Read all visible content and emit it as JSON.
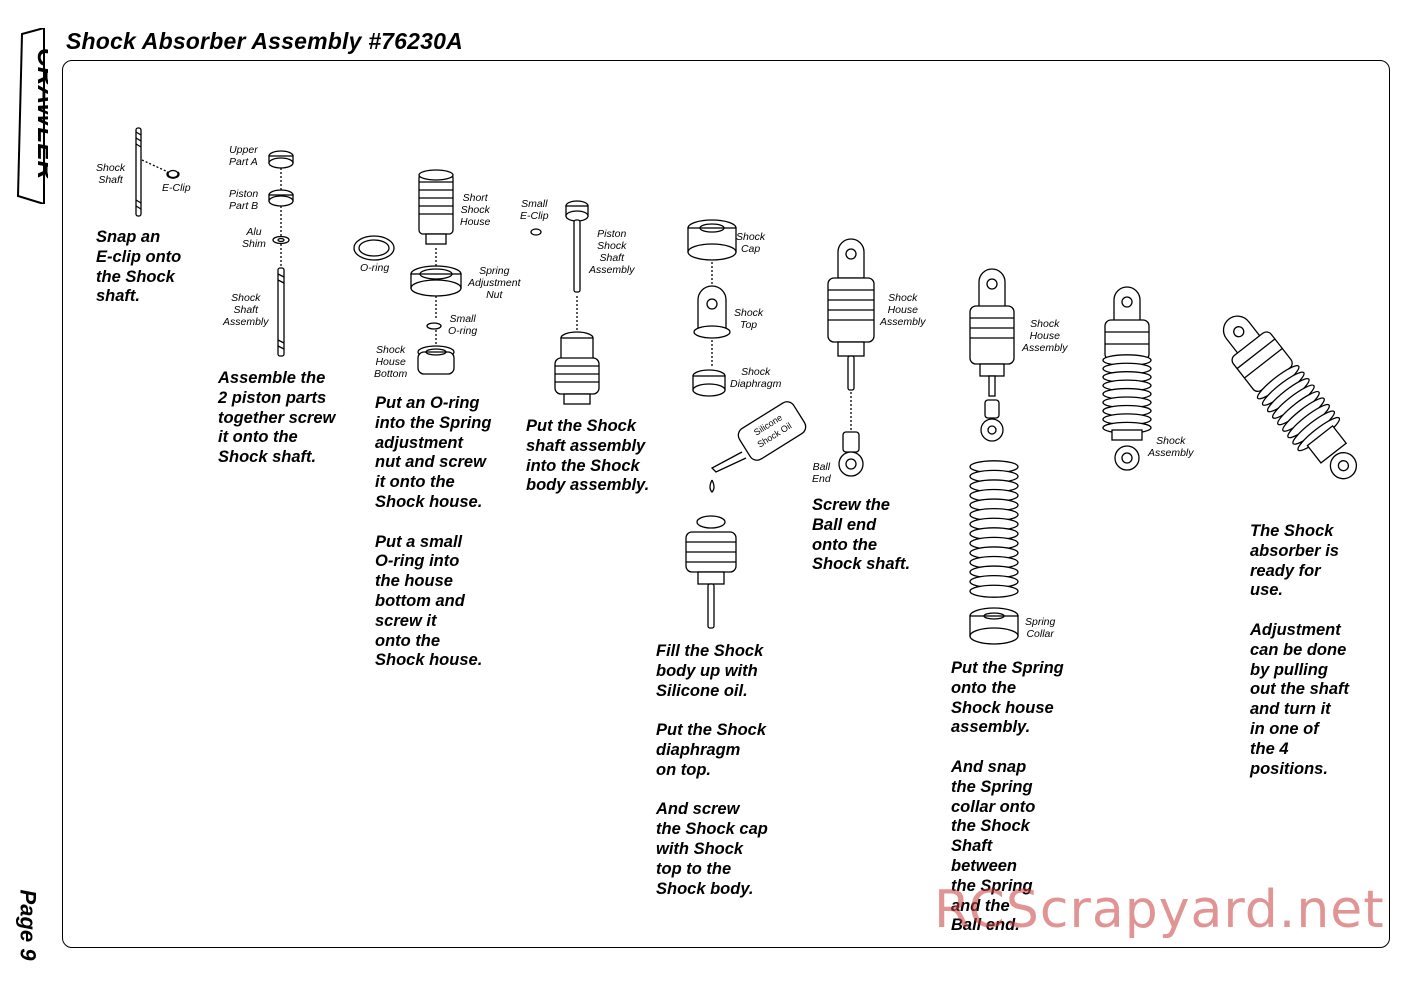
{
  "title": "Shock Absorber Assembly #76230A",
  "logo_text": "CRAWLER",
  "page_label": "Page 9",
  "watermark": "RCScrapyard.net",
  "part_labels": {
    "shock_shaft": "Shock\nShaft",
    "e_clip": "E-Clip",
    "upper_part_a": "Upper\nPart A",
    "piston_part_b": "Piston\nPart B",
    "alu_shim": "Alu\nShim",
    "shock_shaft_assembly": "Shock\nShaft\nAssembly",
    "o_ring": "O-ring",
    "short_shock_house": "Short\nShock\nHouse",
    "spring_adjustment_nut": "Spring\nAdjustment\nNut",
    "small_o_ring": "Small\nO-ring",
    "shock_house_bottom": "Shock\nHouse\nBottom",
    "small_e_clip": "Small\nE-Clip",
    "piston_shock_shaft_assembly": "Piston\nShock\nShaft\nAssembly",
    "shock_cap": "Shock\nCap",
    "shock_top": "Shock\nTop",
    "shock_diaphragm": "Shock\nDiaphragm",
    "silicone_shock_oil": "Silicone\nShock Oil",
    "shock_house_assembly_1": "Shock\nHouse\nAssembly",
    "ball_end": "Ball\nEnd",
    "shock_house_assembly_2": "Shock\nHouse\nAssembly",
    "spring_collar": "Spring\nCollar",
    "shock_assembly": "Shock\nAssembly"
  },
  "steps": {
    "s1": "Snap an\nE-clip onto\nthe Shock\nshaft.",
    "s2": "Assemble the\n2 piston parts\ntogether screw\nit onto the\nShock shaft.",
    "s3": "Put an O-ring\ninto the Spring\nadjustment\nnut and screw\nit onto the\nShock house.\n\nPut a small\nO-ring into\nthe house\nbottom and\nscrew it\nonto the\nShock house.",
    "s4": "Put the Shock\nshaft assembly\ninto the Shock\nbody assembly.",
    "s5": "Fill the Shock\nbody up with\nSilicone oil.\n\nPut the Shock\ndiaphragm\non top.\n\nAnd screw\nthe Shock cap\nwith Shock\ntop to the\nShock body.",
    "s6": "Screw the\nBall end\nonto the\nShock shaft.",
    "s7": "Put the Spring\nonto the\nShock house\nassembly.\n\nAnd snap\nthe Spring\ncollar onto\nthe Shock\nShaft\nbetween\nthe Spring\nand the\nBall end.",
    "s8": "The Shock\nabsorber is\nready for\nuse.\n\nAdjustment\ncan be done\nby pulling\nout the shaft\nand turn it\nin one of\nthe 4\npositions."
  }
}
